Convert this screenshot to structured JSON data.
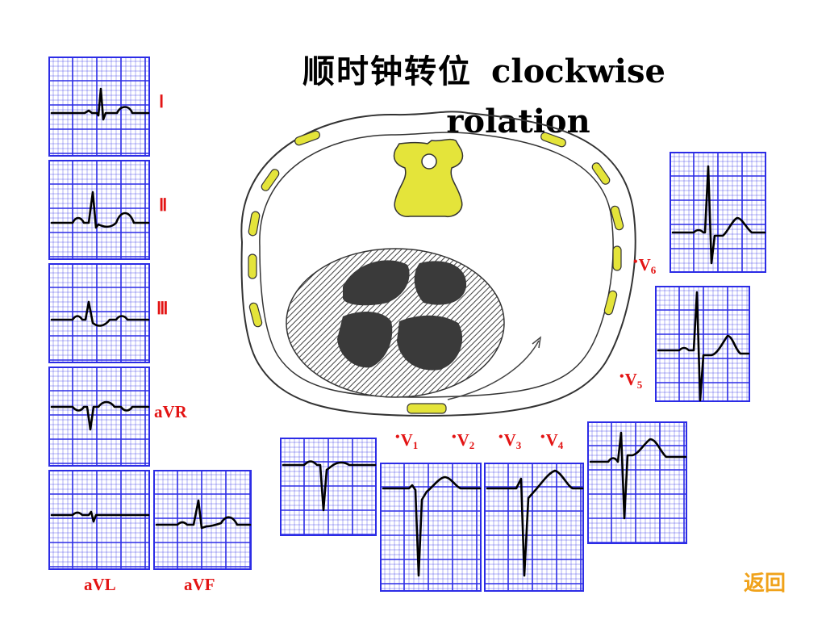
{
  "title": {
    "zh": "顺时钟转位",
    "en_line1": "clockwise",
    "en_line2": "rolation"
  },
  "colors": {
    "grid": "#2c2ce6",
    "label": "#e31414",
    "link": "#f0a21a",
    "trace": "#000000",
    "bone": "#e4e43a"
  },
  "limb_leads": {
    "I": "Ⅰ",
    "II": "Ⅱ",
    "III": "Ⅲ",
    "aVR": "aVR",
    "aVL": "aVL",
    "aVF": "aVF"
  },
  "chest_leads": {
    "V1": "V",
    "V2": "V",
    "V3": "V",
    "V4": "V",
    "V5": "V",
    "V6": "V"
  },
  "chest_lead_numbers": {
    "V1": "1",
    "V2": "2",
    "V3": "3",
    "V4": "4",
    "V5": "5",
    "V6": "6"
  },
  "nav": {
    "back_label": "返回"
  }
}
